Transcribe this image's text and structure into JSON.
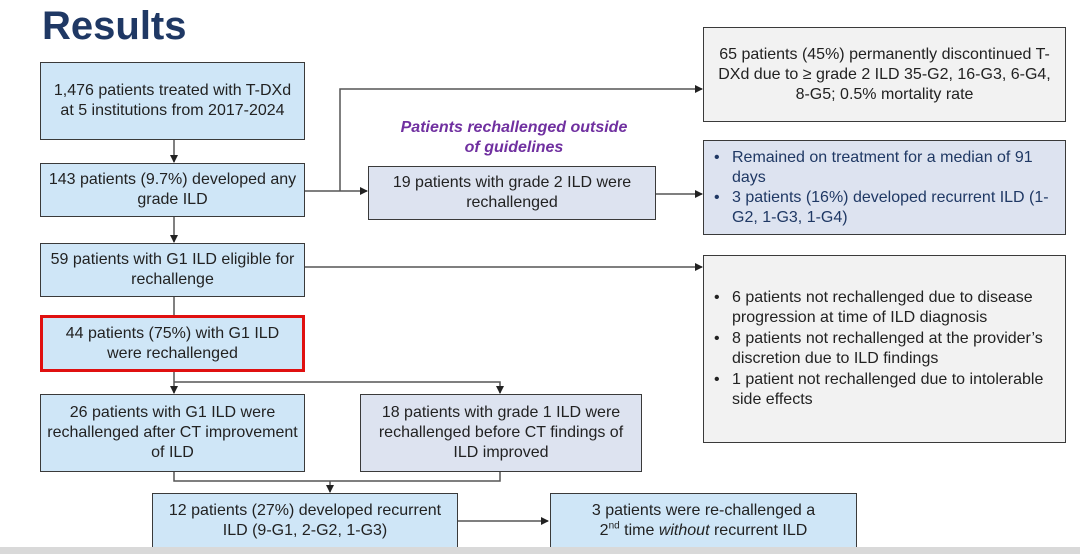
{
  "title": "Results",
  "subtitle_note": [
    "Patients rechallenged outside",
    "of guidelines"
  ],
  "boxes": {
    "treated": "1,476 patients treated with T-DXd at 5 institutions from 2017-2024",
    "any_ild": "143 patients (9.7%) developed any grade ILD",
    "g1_eligible": "59 patients with G1 ILD eligible for rechallenge",
    "g1_rechallenged": "44 patients (75%) with G1 ILD were rechallenged",
    "after_ct": "26 patients with G1 ILD were rechallenged after CT improvement of ILD",
    "before_ct": "18 patients with grade 1 ILD were rechallenged before CT findings of ILD improved",
    "recurrent": "12 patients (27%) developed recurrent ILD (9-G1, 2-G2, 1-G3)",
    "second_prefix": "3 patients were re-challenged a",
    "second_num": "2",
    "second_sup": "nd",
    "second_mid": " time ",
    "second_italic": "without",
    "second_suffix": " recurrent ILD",
    "grade2": "19 patients with grade 2 ILD were rechallenged",
    "discontinued": "65 patients (45%) permanently discontinued T-DXd due to ≥ grade 2 ILD 35-G2, 16-G3, 6-G4, 8-G5; 0.5% mortality rate"
  },
  "grade2_outcomes": [
    "Remained on treatment for a median of 91 days",
    "3 patients (16%) developed recurrent ILD (1-G2, 1-G3, 1-G4)"
  ],
  "not_rechallenged": [
    "6 patients not rechallenged due to disease progression at time of ILD diagnosis",
    "8 patients not rechallenged at the provider’s discretion due to ILD findings",
    "1 patient not rechallenged due to intolerable side effects"
  ],
  "colors": {
    "title": "#1f3864",
    "note": "#7030a0",
    "box_blue": "#cfe6f7",
    "box_lavender": "#dde3f0",
    "box_gray": "#f2f2f2",
    "highlight_border": "#e01010"
  }
}
